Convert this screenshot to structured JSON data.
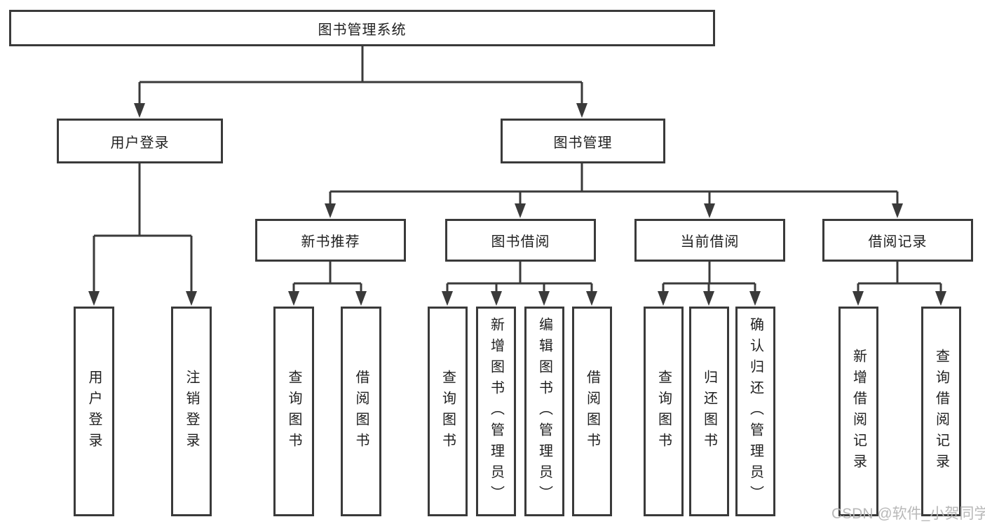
{
  "diagram": {
    "nodes": {
      "root": {
        "label": "图书管理系统"
      },
      "level2": {
        "user_login": {
          "label": "用户登录",
          "parent": "图书管理系统"
        },
        "book_management": {
          "label": "图书管理",
          "parent": "图书管理系统"
        }
      },
      "level3": {
        "new_book_recommend": {
          "label": "新书推荐",
          "parent": "图书管理"
        },
        "book_borrow": {
          "label": "图书借阅",
          "parent": "图书管理"
        },
        "current_borrow": {
          "label": "当前借阅",
          "parent": "图书管理"
        },
        "borrow_record": {
          "label": "借阅记录",
          "parent": "图书管理"
        }
      },
      "leaves": {
        "user_login": {
          "label": "用户登录",
          "parent": "用户登录"
        },
        "logout": {
          "label": "注销登录",
          "parent": "用户登录"
        },
        "recommend_query_books": {
          "label": "查询图书",
          "parent": "新书推荐"
        },
        "recommend_borrow_books": {
          "label": "借阅图书",
          "parent": "新书推荐"
        },
        "borrow_query_books": {
          "label": "查询图书",
          "parent": "图书借阅"
        },
        "borrow_add_books_admin": {
          "label": "新增图书（管理员）",
          "parent": "图书借阅"
        },
        "borrow_edit_books_admin": {
          "label": "编辑图书（管理员）",
          "parent": "图书借阅"
        },
        "borrow_borrow_books": {
          "label": "借阅图书",
          "parent": "图书借阅"
        },
        "current_query_books": {
          "label": "查询图书",
          "parent": "当前借阅"
        },
        "current_return_books": {
          "label": "归还图书",
          "parent": "当前借阅"
        },
        "current_confirm_return_admin": {
          "label": "确认归还（管理员）",
          "parent": "当前借阅"
        },
        "record_add_borrow_record": {
          "label": "新增借阅记录",
          "parent": "借阅记录"
        },
        "record_query_borrow_record": {
          "label": "查询借阅记录",
          "parent": "借阅记录"
        }
      }
    },
    "watermark": {
      "text": "CSDN @软件_小贺同学"
    },
    "colors": {
      "line": "#3a3a3a",
      "box_border": "#3a3a3a",
      "text": "#1f1f1f",
      "watermark": "#b5b5b5",
      "background": "#ffffff"
    }
  }
}
